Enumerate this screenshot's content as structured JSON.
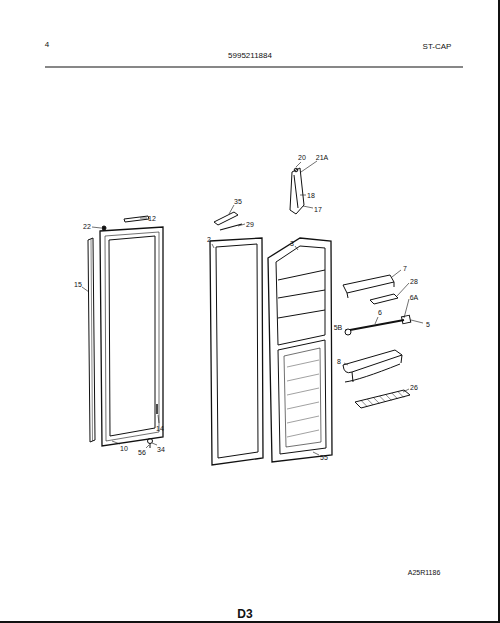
{
  "diagram": {
    "labels": [
      "4",
      "5995211884",
      "ST-CAP",
      "22",
      "12",
      "15",
      "10",
      "14",
      "56",
      "34",
      "2",
      "35",
      "29",
      "3",
      "20",
      "21A",
      "18",
      "17",
      "7",
      "28",
      "6A",
      "5B",
      "6",
      "5",
      "8",
      "26",
      "55",
      "A25R1186",
      "D3"
    ]
  }
}
